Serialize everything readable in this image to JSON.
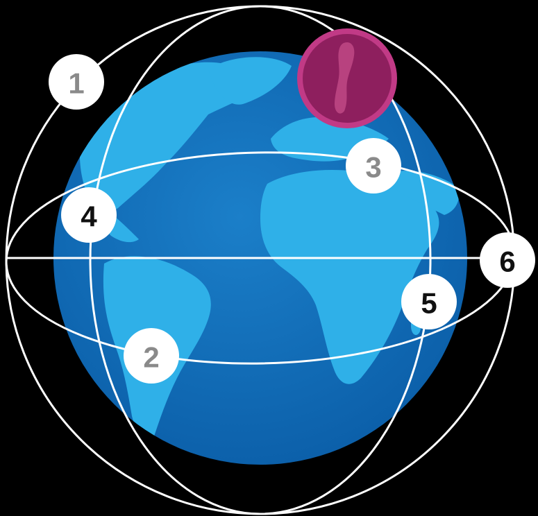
{
  "colors": {
    "background": "#000000",
    "ocean_light": "#2aa4e0",
    "ocean_dark": "#0f6cba",
    "land": "#2fb0e8",
    "orbit_line": "#ffffff",
    "badge_fill": "#ffffff",
    "badge_text_gray": "#8a8a8a",
    "badge_text_black": "#111111",
    "highlight_fill": "#8e1f5e",
    "highlight_ring": "#c13a86",
    "highlight_land": "#b8427f"
  },
  "markers": [
    {
      "label": "1",
      "style": "gray"
    },
    {
      "label": "2",
      "style": "gray"
    },
    {
      "label": "3",
      "style": "gray"
    },
    {
      "label": "4",
      "style": "black"
    },
    {
      "label": "5",
      "style": "black"
    },
    {
      "label": "6",
      "style": "black"
    }
  ],
  "icons": {
    "globe": "earth-globe-icon",
    "highlight": "sweden-highlight-icon"
  }
}
